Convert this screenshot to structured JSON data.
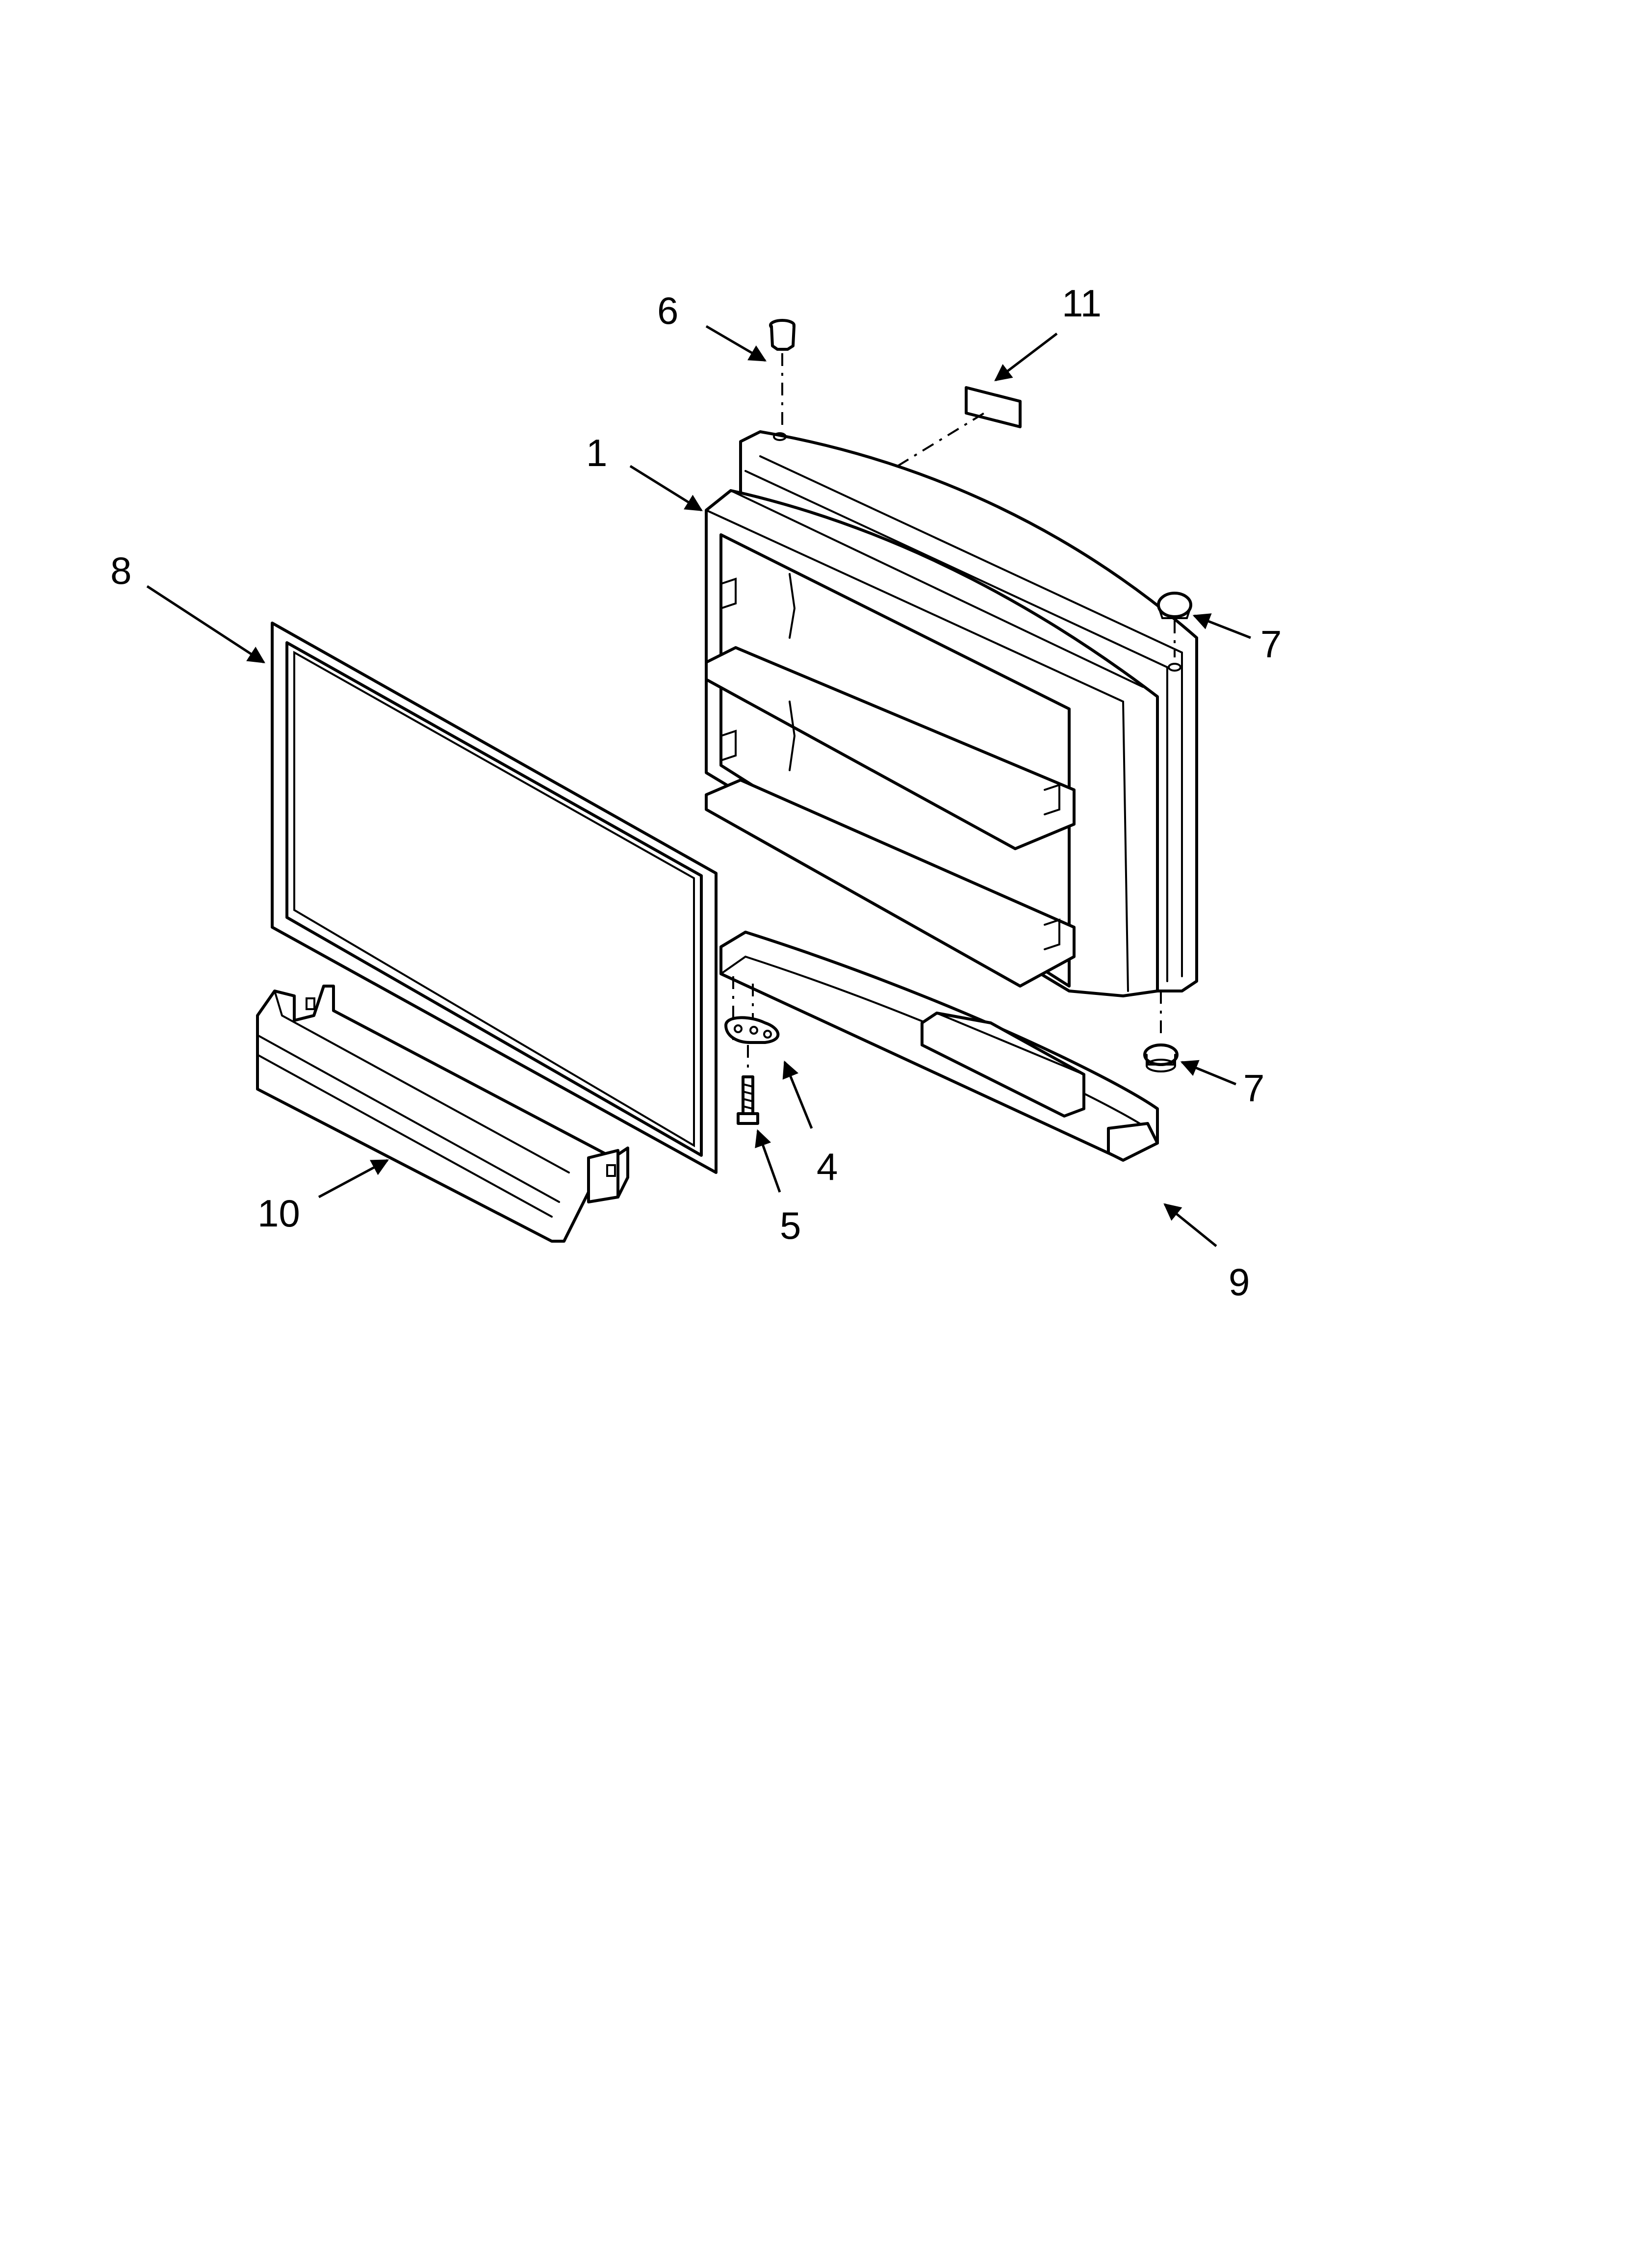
{
  "diagram": {
    "callouts": [
      {
        "id": "c1",
        "label": "1"
      },
      {
        "id": "c4",
        "label": "4"
      },
      {
        "id": "c5",
        "label": "5"
      },
      {
        "id": "c6",
        "label": "6"
      },
      {
        "id": "c7a",
        "label": "7"
      },
      {
        "id": "c7b",
        "label": "7"
      },
      {
        "id": "c8",
        "label": "8"
      },
      {
        "id": "c9",
        "label": "9"
      },
      {
        "id": "c10",
        "label": "10"
      },
      {
        "id": "c11",
        "label": "11"
      }
    ]
  }
}
